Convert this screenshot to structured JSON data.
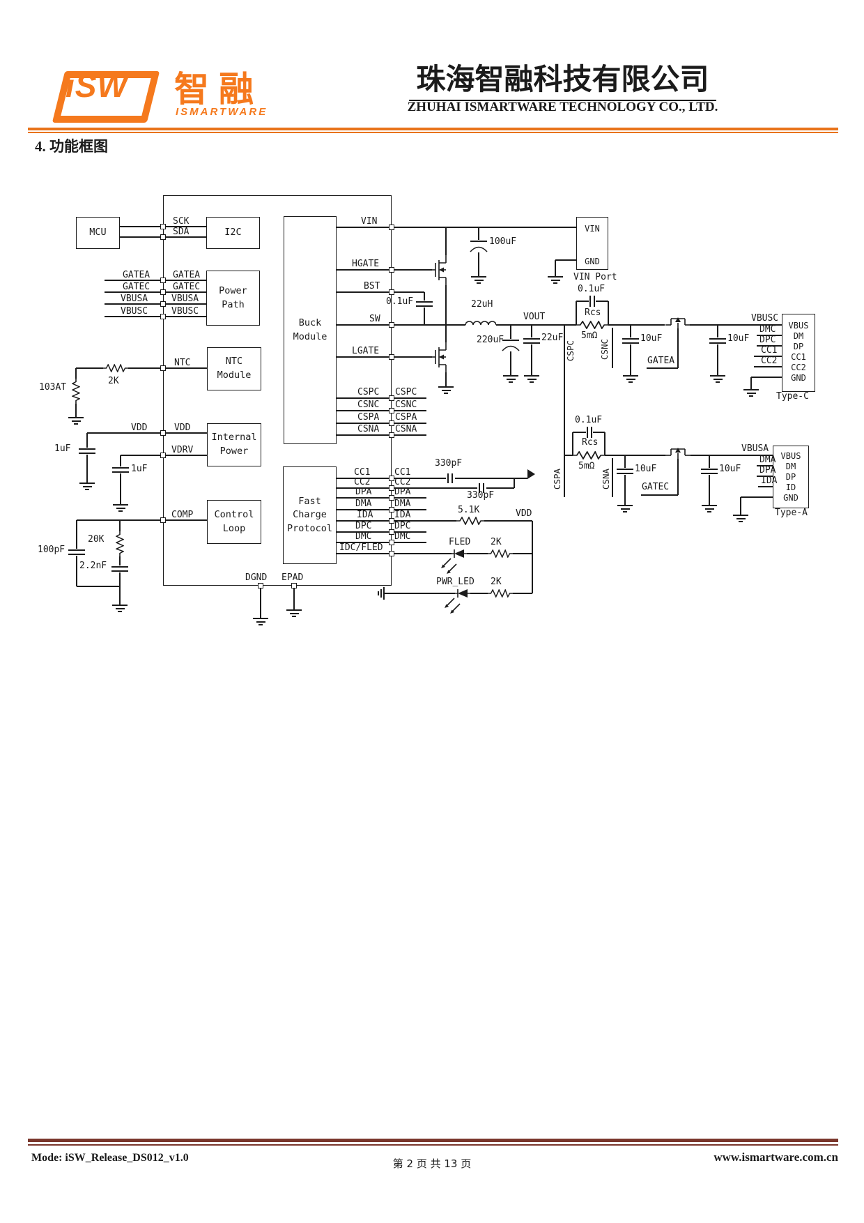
{
  "header": {
    "logo_isw": "iSW",
    "logo_cn": "智融",
    "logo_sub": "ISMARTWARE",
    "company_cn": "珠海智融科技有限公司",
    "company_en": "ZHUHAI ISMARTWARE TECHNOLOGY CO., LTD.",
    "accent_color": "#f5791d"
  },
  "section_title": "4.  功能框图",
  "chip": {
    "blocks": {
      "mcu": "MCU",
      "i2c": "I2C",
      "power_path": "Power Path",
      "ntc_module": "NTC Module",
      "internal_power": "Internal Power",
      "control_loop": "Control Loop",
      "buck": "Buck Module",
      "fcp": "Fast Charge Protocol"
    },
    "pins": {
      "sck": "SCK",
      "sda": "SDA",
      "gatea": "GATEA",
      "gatec": "GATEC",
      "vbusa": "VBUSA",
      "vbusc": "VBUSC",
      "ntc": "NTC",
      "vdd": "VDD",
      "vdrv": "VDRV",
      "comp": "COMP",
      "vin": "VIN",
      "hgate": "HGATE",
      "bst": "BST",
      "sw": "SW",
      "lgate": "LGATE",
      "cspc": "CSPC",
      "csnc": "CSNC",
      "cspa": "CSPA",
      "csna": "CSNA",
      "cc1": "CC1",
      "cc2": "CC2",
      "dpa": "DPA",
      "dma": "DMA",
      "ida": "IDA",
      "dpc": "DPC",
      "dmc": "DMC",
      "idc_fled": "IDC/FLED",
      "dgnd": "DGND",
      "epad": "EPAD"
    }
  },
  "components": {
    "c100uf": "100uF",
    "c01uf": "0.1uF",
    "l22uh": "22uH",
    "vout": "VOUT",
    "c220uf": "220uF",
    "c22uf": "22uF",
    "rcs": "Rcs",
    "r5m": "5mΩ",
    "c10uf": "10uF",
    "gatea": "GATEA",
    "gatec": "GATEC",
    "r2k": "2K",
    "r103at": "103AT",
    "c1uf": "1uF",
    "r20k": "20K",
    "c100pf": "100pF",
    "c22nf": "2.2nF",
    "c330pf": "330pF",
    "r51k": "5.1K",
    "vdd": "VDD",
    "fled": "FLED",
    "pwr_led": "PWR_LED"
  },
  "ports": {
    "vin_port": {
      "title": "VIN Port",
      "vin": "VIN",
      "gnd": "GND"
    },
    "typec": {
      "title": "Type-C",
      "vbus": "VBUS",
      "dm": "DM",
      "dp": "DP",
      "cc1": "CC1",
      "cc2": "CC2",
      "gnd": "GND"
    },
    "typea": {
      "title": "Type-A",
      "vbus": "VBUS",
      "dm": "DM",
      "dp": "DP",
      "id": "ID",
      "gnd": "GND"
    }
  },
  "footer": {
    "left": "Mode: iSW_Release_DS012_v1.0",
    "center": "第 2 页 共 13 页",
    "right": "www.ismartware.com.cn"
  }
}
